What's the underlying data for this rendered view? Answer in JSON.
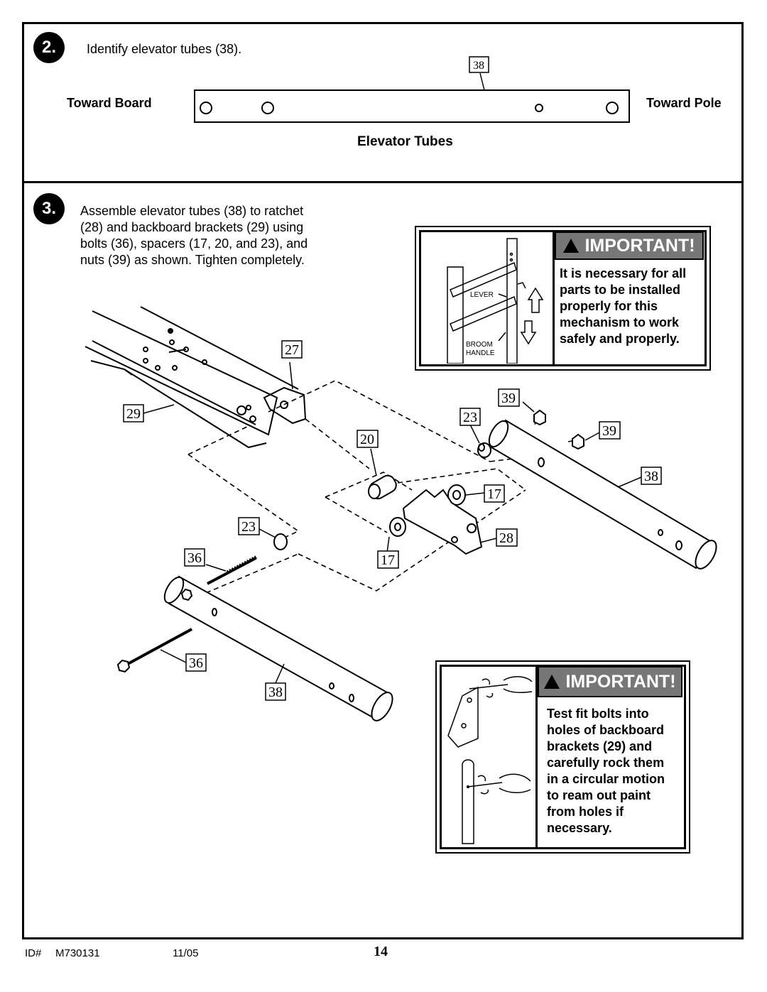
{
  "step2": {
    "number": "2.",
    "instruction": "Identify elevator tubes (38).",
    "part_callout": "38",
    "label_left": "Toward Board",
    "label_right": "Toward Pole",
    "caption": "Elevator Tubes"
  },
  "step3": {
    "number": "3.",
    "instruction_lines": [
      "Assemble elevator tubes (38) to ratchet",
      "(28) and backboard brackets (29) using",
      "bolts (36), spacers (17, 20, and 23), and",
      "nuts (39) as shown. Tighten completely."
    ],
    "callouts": {
      "c27": "27",
      "c29": "29",
      "c20": "20",
      "c23a": "23",
      "c39a": "39",
      "c39b": "39",
      "c38a": "38",
      "c17a": "17",
      "c28": "28",
      "c23b": "23",
      "c36a": "36",
      "c17b": "17",
      "c36b": "36",
      "c38b": "38"
    }
  },
  "important1": {
    "header": "IMPORTANT!",
    "lines": [
      "It is necessary for all",
      "parts to be installed",
      "properly for this",
      "mechanism to work",
      "safely and properly."
    ],
    "labels": {
      "lever": "LEVER",
      "broom": "BROOM",
      "handle": "HANDLE"
    }
  },
  "important2": {
    "header": "IMPORTANT!",
    "lines": [
      "Test fit bolts into",
      "holes of backboard",
      "brackets (29) and",
      "carefully rock them",
      "in a circular motion",
      "to ream out paint",
      "from holes if",
      "necessary."
    ]
  },
  "footer": {
    "id_label": "ID#",
    "id_value": "M730131",
    "date": "11/05",
    "page": "14"
  }
}
